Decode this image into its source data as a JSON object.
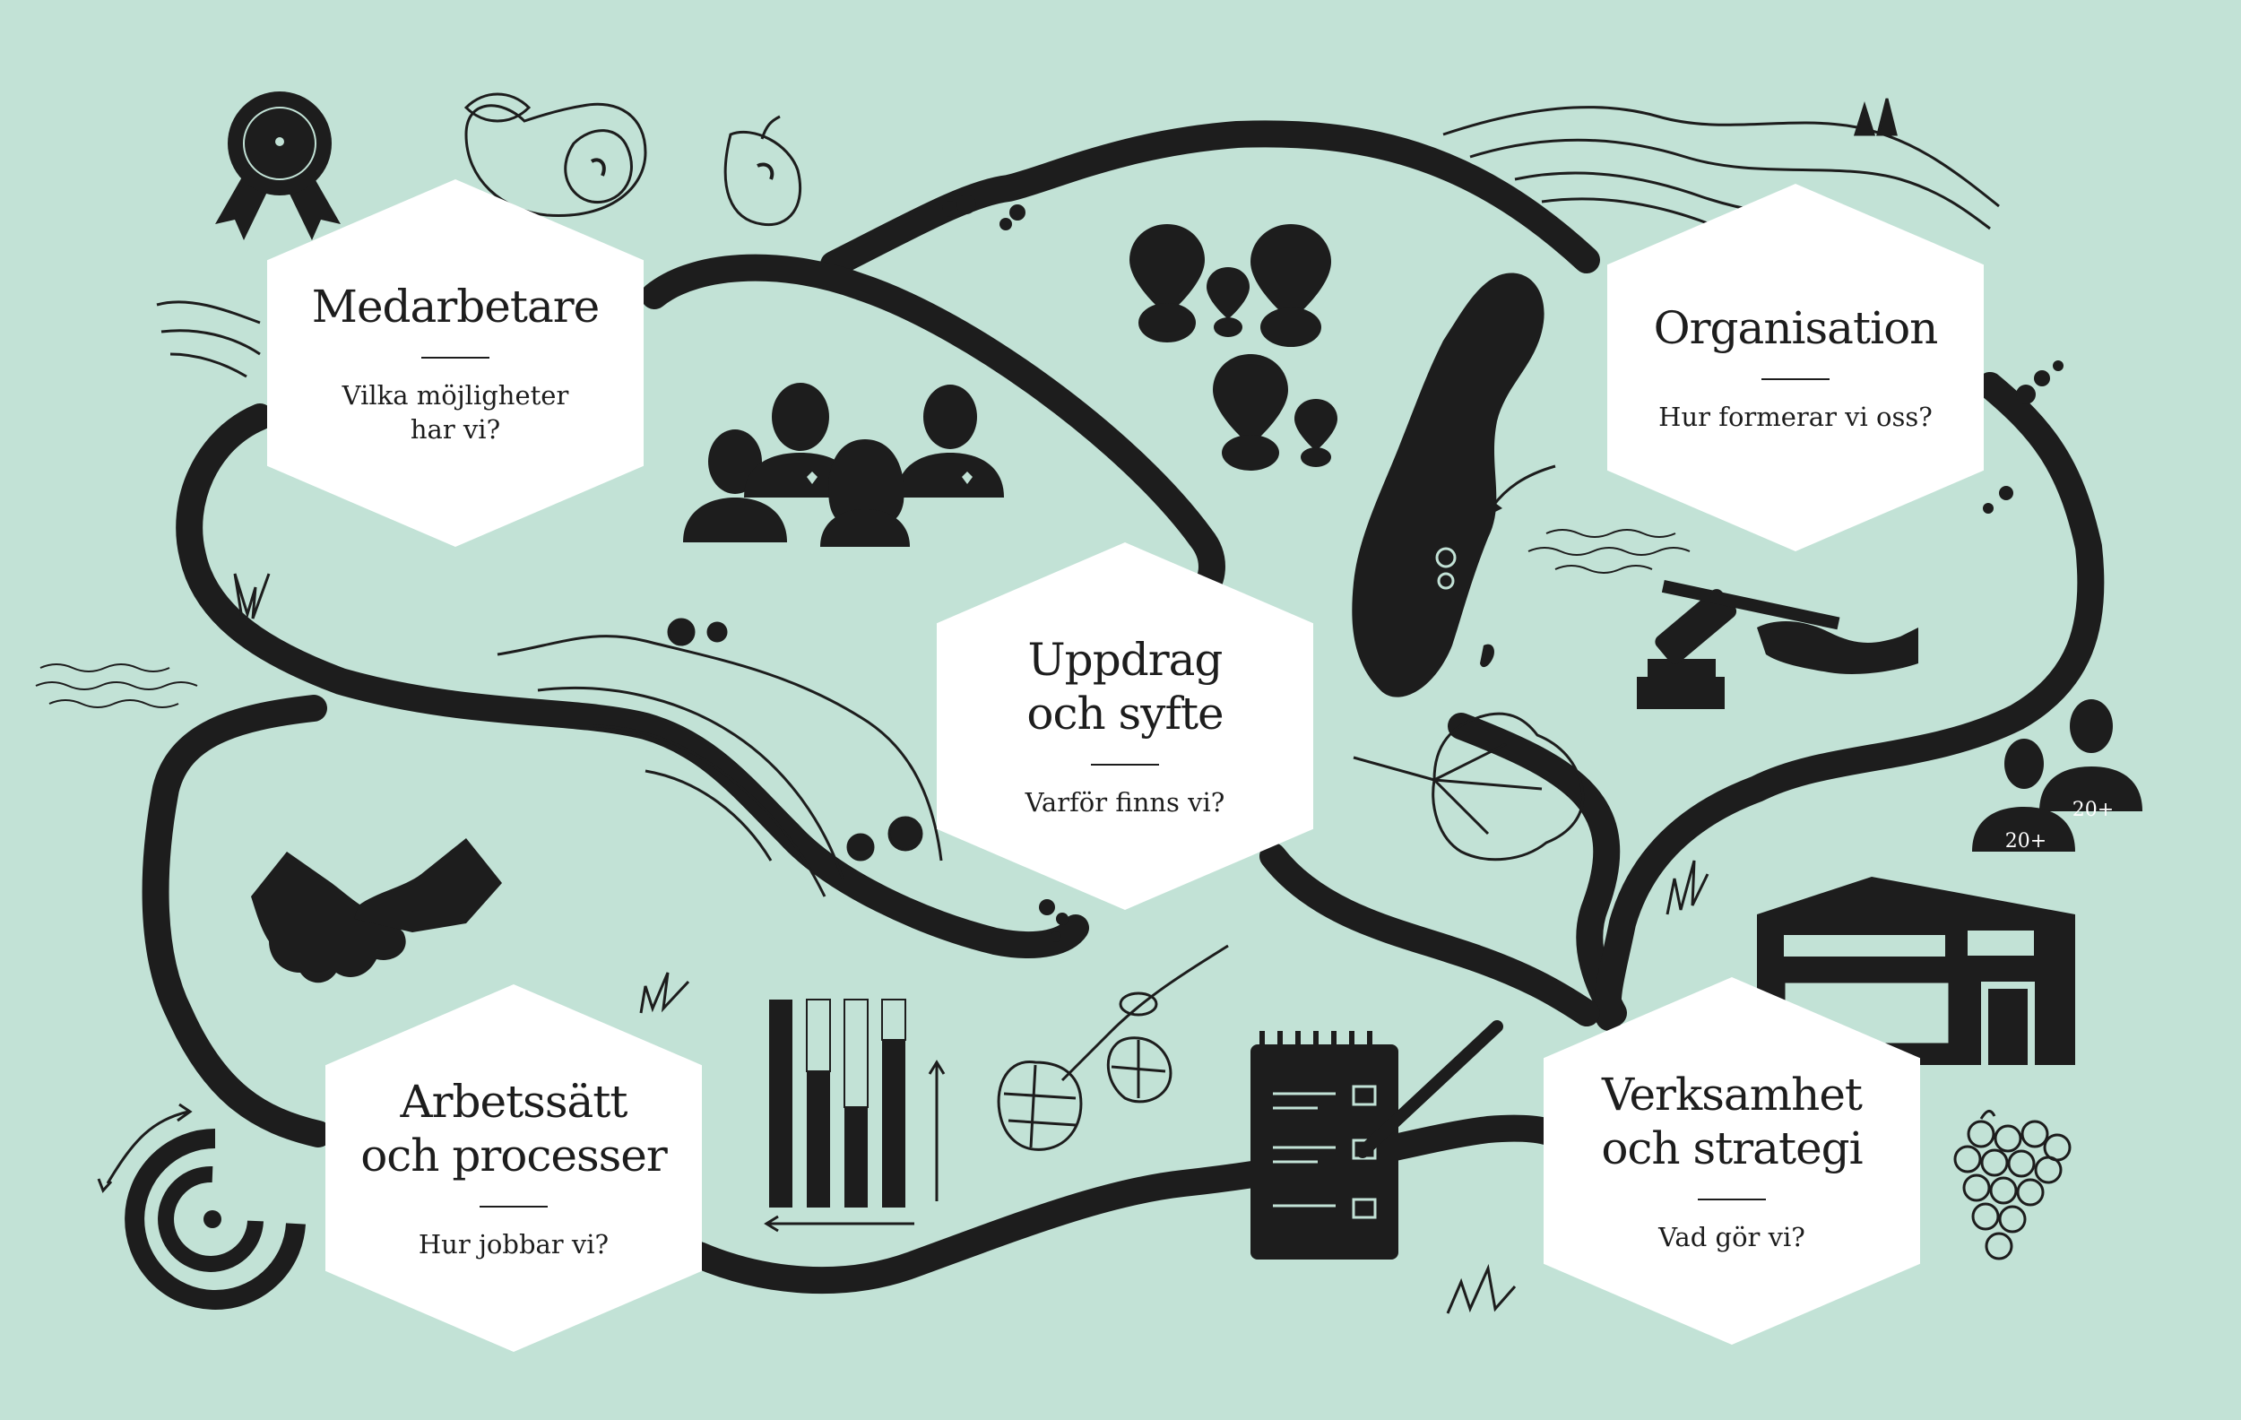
{
  "palette": {
    "background": "#c2e2d6",
    "ink": "#1d1d1d",
    "card": "#ffffff"
  },
  "nodes": {
    "medarbetare": {
      "title": "Medarbetare",
      "question": "Vilka möjligheter\nhar vi?"
    },
    "organisation": {
      "title": "Organisation",
      "question": "Hur formerar vi oss?"
    },
    "uppdrag": {
      "title": "Uppdrag\noch syfte",
      "question": "Varför finns vi?"
    },
    "arbetssatt": {
      "title": "Arbetssätt\noch processer",
      "question": "Hur jobbar vi?"
    },
    "verksamhet": {
      "title": "Verksamhet\noch strategi",
      "question": "Vad gör vi?"
    }
  },
  "badges": {
    "age_a": "20+",
    "age_b": "20+"
  },
  "illustrations": [
    "rosette-icon",
    "apple-illustration",
    "people-group-icon",
    "map-pin-icon",
    "sweden-map-icon",
    "hills-illustration",
    "gavel-icon",
    "leaf-illustration",
    "handshake-icon",
    "bar-chart-icon",
    "hops-illustration",
    "checklist-icon",
    "warehouse-icon",
    "grapes-illustration",
    "cycle-icon"
  ]
}
